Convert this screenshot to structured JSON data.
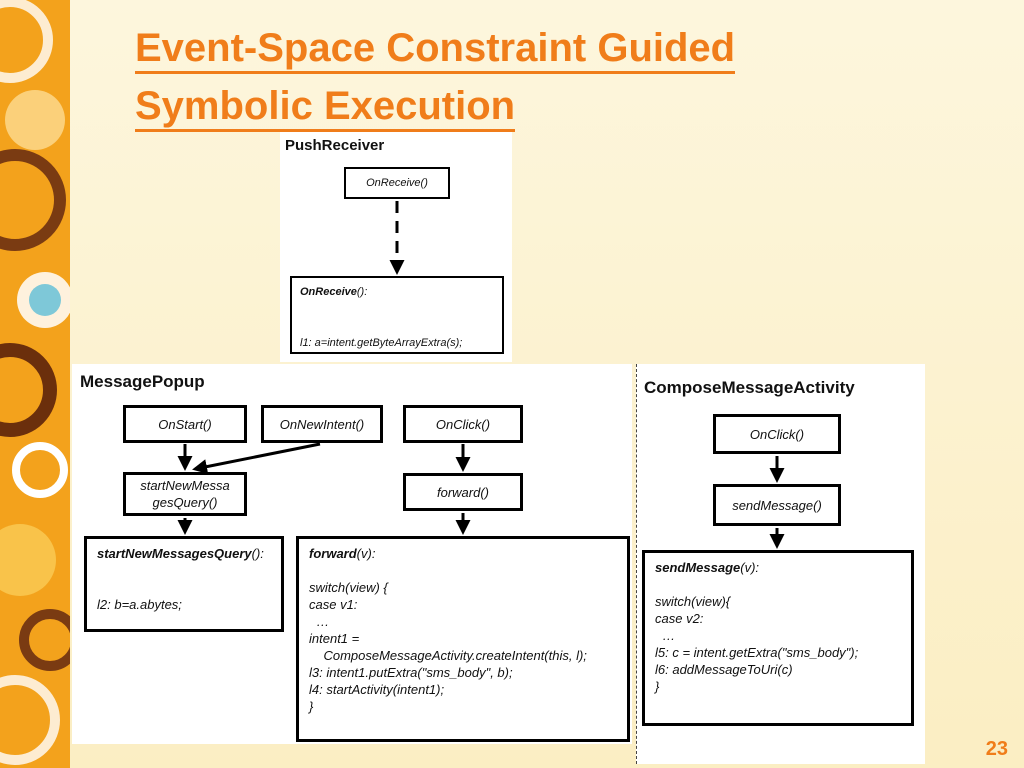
{
  "slide": {
    "title_line1": "Event-Space Constraint Guided",
    "title_line2": "Symbolic Execution",
    "page_number": "23"
  },
  "push_receiver": {
    "title": "PushReceiver",
    "box_on_receive": "OnReceive()",
    "code": {
      "method": "OnReceive",
      "method_suffix": "():",
      "lines": [
        "",
        "",
        "l1: a=intent.getByteArrayExtra(s);"
      ]
    }
  },
  "message_popup": {
    "title": "MessagePopup",
    "box_on_start": "OnStart()",
    "box_on_new_intent": "OnNewIntent()",
    "box_on_click": "OnClick()",
    "box_start_new_1": "startNewMessa",
    "box_start_new_2": "gesQuery()",
    "box_forward": "forward()",
    "code_query": {
      "method": "startNewMessagesQuery",
      "method_suffix": "():",
      "lines": [
        "",
        "",
        "l2: b=a.abytes;"
      ]
    },
    "code_forward": {
      "method": "forward",
      "method_suffix": "(v):",
      "lines": [
        "",
        "switch(view) {",
        "case v1:",
        "  …",
        "intent1 =",
        "    ComposeMessageActivity.createIntent(this, l);",
        "l3: intent1.putExtra(\"sms_body\", b);",
        "l4: startActivity(intent1);",
        "}"
      ]
    }
  },
  "compose_activity": {
    "title": "ComposeMessageActivity",
    "box_on_click": "OnClick()",
    "box_send": "sendMessage()",
    "code_send": {
      "method": "sendMessage",
      "method_suffix": "(v):",
      "lines": [
        "",
        "switch(view){",
        "case v2:",
        "  …",
        "l5: c = intent.getExtra(\"sms_body\");",
        "l6: addMessageToUri(c)",
        "}"
      ]
    }
  }
}
